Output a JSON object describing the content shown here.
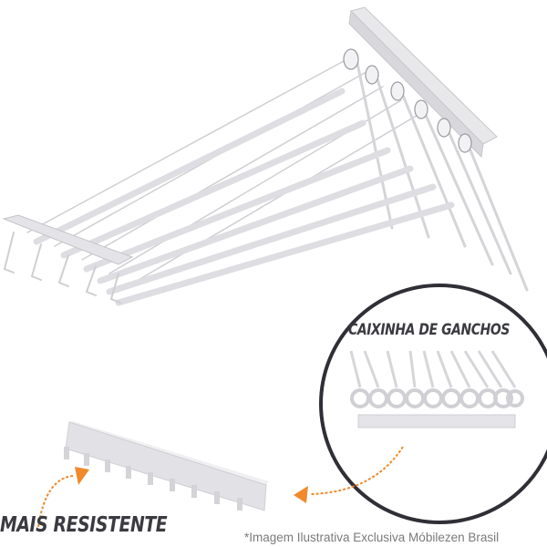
{
  "callouts": {
    "hooks_box": "CAIXINHA DE GANCHOS",
    "stronger": "MAIS RESISTENTE"
  },
  "footer": "*Imagem Ilustrativa Exclusiva Móbilezen Brasil",
  "colors": {
    "accent_arrow": "#f08a2c",
    "circle": "#2f2f36",
    "label_text": "#3a3a40",
    "product": "#e6e6e8"
  }
}
